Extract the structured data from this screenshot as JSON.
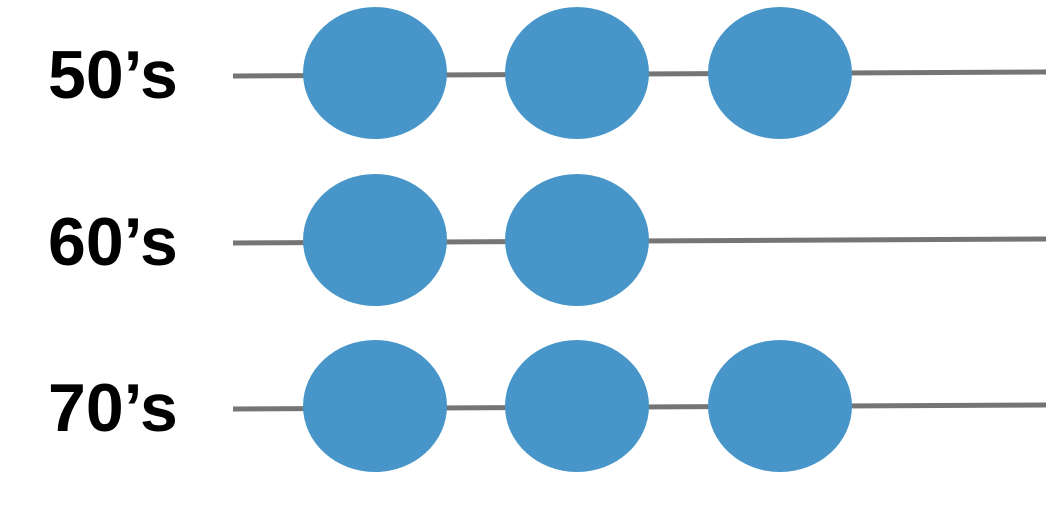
{
  "colors": {
    "dot": "#4896c9",
    "line": "#757575",
    "label": "#000000"
  },
  "rows": [
    {
      "label": "50’s",
      "count": 3
    },
    {
      "label": "60’s",
      "count": 2
    },
    {
      "label": "70’s",
      "count": 3
    }
  ]
}
